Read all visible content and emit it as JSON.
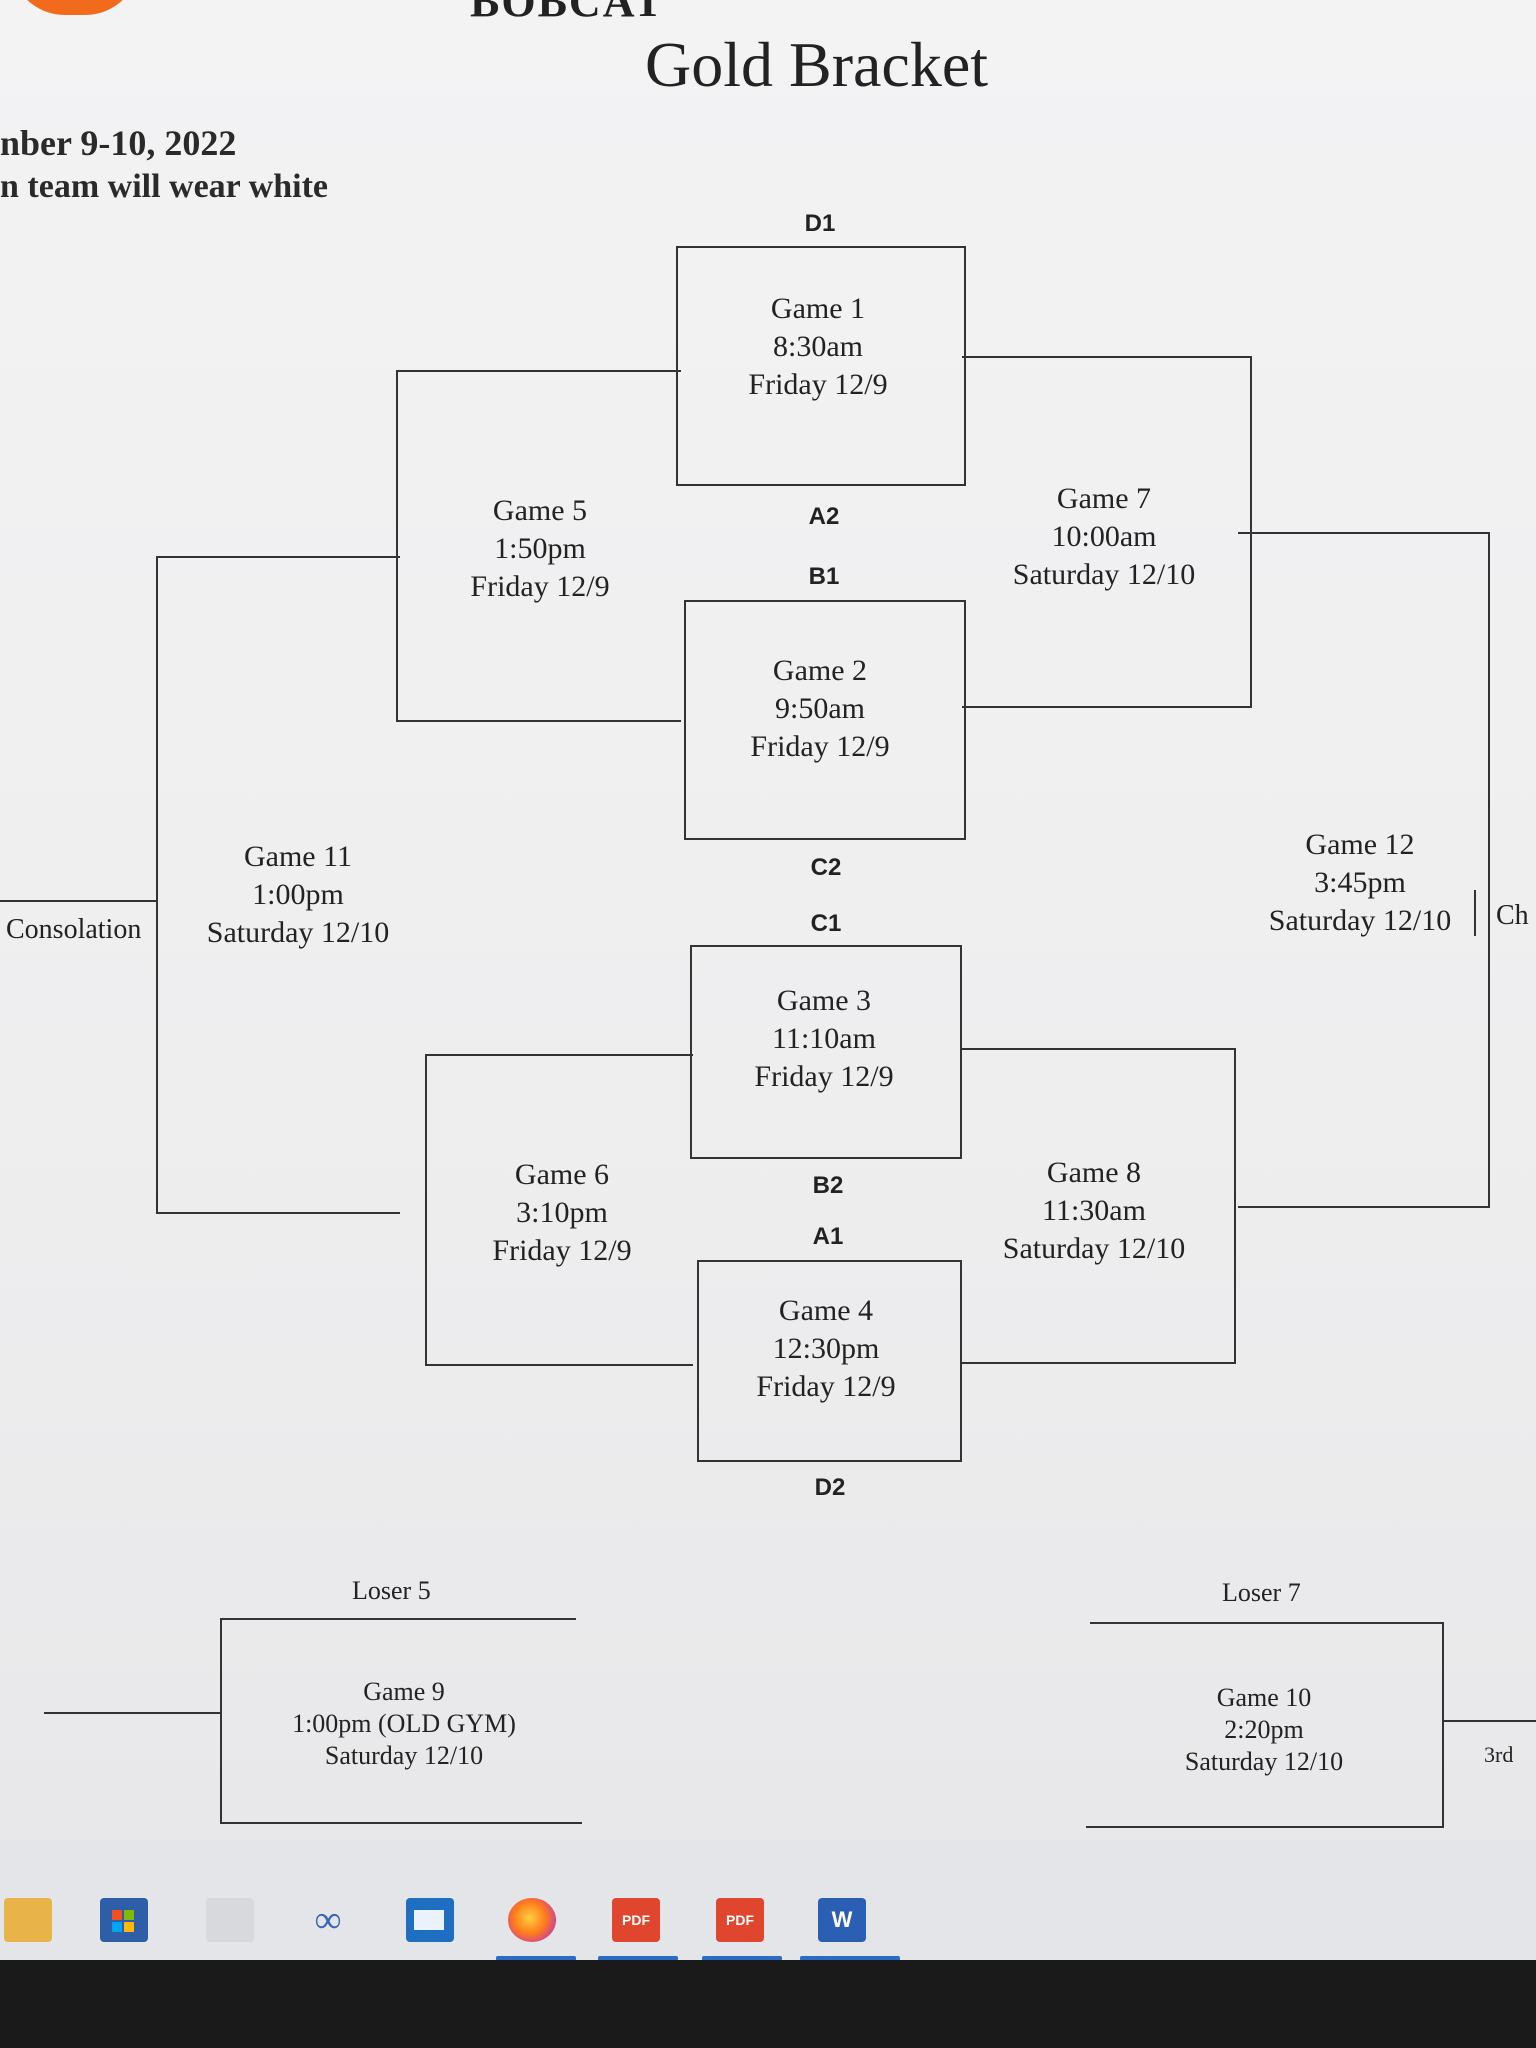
{
  "document": {
    "cut_header": "BOBCAT",
    "title": "Gold Bracket",
    "date_line": "nber 9-10, 2022",
    "note_line": "n team will wear white"
  },
  "seeds": {
    "d1": "D1",
    "a2": "A2",
    "b1": "B1",
    "c2": "C2",
    "c1": "C1",
    "b2": "B2",
    "a1": "A1",
    "d2": "D2"
  },
  "games": {
    "g1": {
      "name": "Game 1",
      "time": "8:30am",
      "day": "Friday 12/9"
    },
    "g2": {
      "name": "Game 2",
      "time": "9:50am",
      "day": "Friday 12/9"
    },
    "g3": {
      "name": "Game 3",
      "time": "11:10am",
      "day": "Friday 12/9"
    },
    "g4": {
      "name": "Game 4",
      "time": "12:30pm",
      "day": "Friday 12/9"
    },
    "g5": {
      "name": "Game 5",
      "time": "1:50pm",
      "day": "Friday 12/9"
    },
    "g6": {
      "name": "Game 6",
      "time": "3:10pm",
      "day": "Friday 12/9"
    },
    "g7": {
      "name": "Game 7",
      "time": "10:00am",
      "day": "Saturday 12/10"
    },
    "g8": {
      "name": "Game 8",
      "time": "11:30am",
      "day": "Saturday 12/10"
    },
    "g9": {
      "name": "Game 9",
      "time": "1:00pm (OLD GYM)",
      "day": "Saturday 12/10"
    },
    "g10": {
      "name": "Game 10",
      "time": "2:20pm",
      "day": "Saturday 12/10"
    },
    "g11": {
      "name": "Game 11",
      "time": "1:00pm",
      "day": "Saturday 12/10"
    },
    "g12": {
      "name": "Game 12",
      "time": "3:45pm",
      "day": "Saturday 12/10"
    }
  },
  "labels": {
    "consolation": "Consolation",
    "champion_cut": "Ch",
    "loser5": "Loser 5",
    "loser7": "Loser 7",
    "third_cut": "3rd"
  },
  "taskbar": {
    "icons": [
      "file-explorer-icon",
      "store-icon",
      "shield-icon",
      "infinity-icon",
      "mail-icon",
      "firefox-icon",
      "pdf-icon",
      "pdf-icon",
      "word-icon"
    ],
    "pdf_label": "PDF",
    "word_label": "W"
  }
}
